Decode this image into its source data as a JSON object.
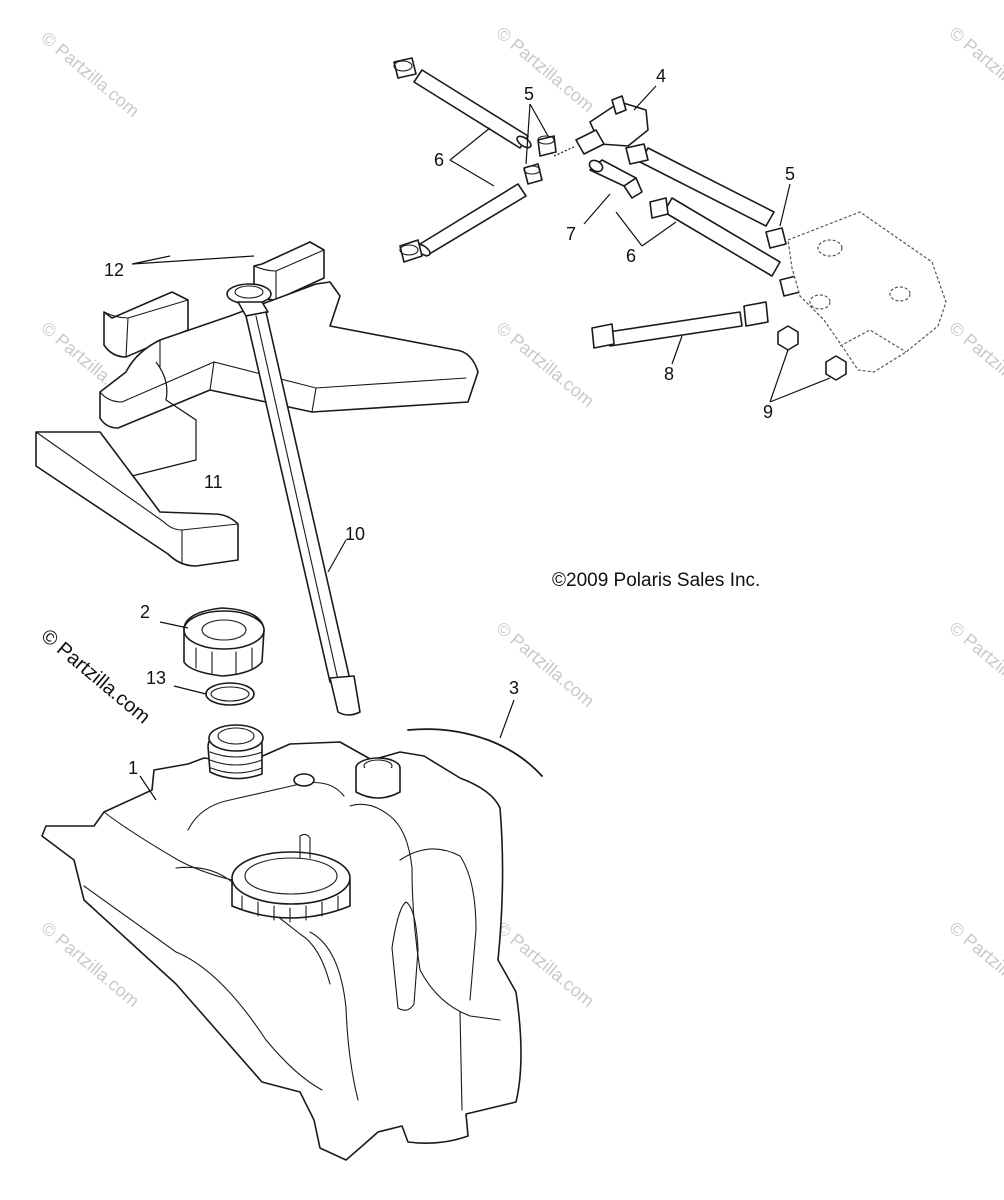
{
  "callouts": {
    "c1": "1",
    "c2": "2",
    "c3": "3",
    "c4": "4",
    "c5a": "5",
    "c5b": "5",
    "c6a": "6",
    "c6b": "6",
    "c7": "7",
    "c8": "8",
    "c9": "9",
    "c10": "10",
    "c11": "11",
    "c12": "12",
    "c13": "13"
  },
  "copyright": "©2009 Polaris Sales Inc.",
  "watermark": {
    "main": "© Partzilla.com",
    "faint": "© Partzilla.com"
  }
}
